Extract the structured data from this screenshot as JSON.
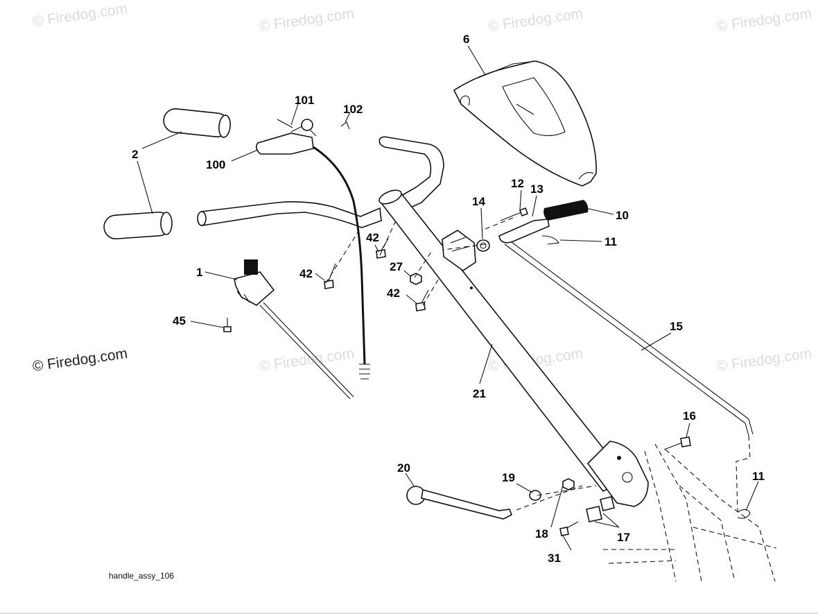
{
  "watermarks": {
    "top": [
      "© Firedog.com",
      "© Firedog.com",
      "© Firedog.com",
      "© Firedog.com"
    ],
    "middle": [
      "© Firedog.com",
      "© Firedog.com",
      "© Firedog.com",
      "© Firedog.com"
    ]
  },
  "callouts": {
    "p1": "1",
    "p2": "2",
    "p6": "6",
    "p10": "10",
    "p11a": "11",
    "p11b": "11",
    "p12": "12",
    "p13": "13",
    "p14": "14",
    "p15": "15",
    "p16": "16",
    "p17": "17",
    "p18": "18",
    "p19": "19",
    "p20": "20",
    "p21": "21",
    "p27": "27",
    "p31": "31",
    "p42a": "42",
    "p42b": "42",
    "p42c": "42",
    "p45": "45",
    "p100": "100",
    "p101": "101",
    "p102": "102"
  },
  "caption": "handle_assy_106"
}
